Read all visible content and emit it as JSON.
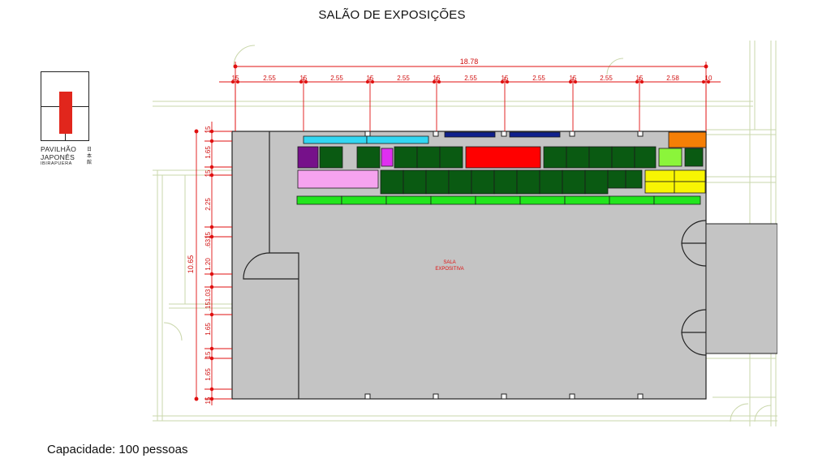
{
  "title": "SALÃO DE EXPOSIÇÕES",
  "logo": {
    "line1": "PAVILHÃO",
    "line2": "JAPONÊS",
    "line3": "IBIRAPUERA",
    "kanji": "日本館"
  },
  "capacity": "Capacidade: 100 pessoas",
  "room_label_line1": "SALA",
  "room_label_line2": "EXPOSITIVA",
  "dimensions": {
    "top_total": "18.78",
    "top_segments": [
      "15",
      "2.55",
      "15",
      "2.55",
      "15",
      "2.55",
      "15",
      "2.55",
      "15",
      "2.55",
      "15",
      "2.55",
      "15",
      "2.58",
      "10"
    ],
    "left_total": "10.65",
    "left_segments": [
      "15",
      "1.65",
      "15",
      "2.25",
      ".6315",
      "1.20",
      ".151.03",
      "1.65",
      "15",
      "1.65",
      "15"
    ]
  },
  "colors": {
    "floor": "#c4c4c4",
    "dimension_red": "#e01010",
    "dark_green": "#0a5a12",
    "bright_green": "#22e51d",
    "cyan": "#33d7f2",
    "navy": "#0e1f8c",
    "orange": "#f57f06",
    "purple": "#76118a",
    "magenta": "#df2ff0",
    "red": "#ff0000",
    "lime": "#8bf53a",
    "pink": "#f6a3ef",
    "yellow": "#f8f503",
    "wall": "#222222",
    "context_line": "#cad7ab"
  }
}
